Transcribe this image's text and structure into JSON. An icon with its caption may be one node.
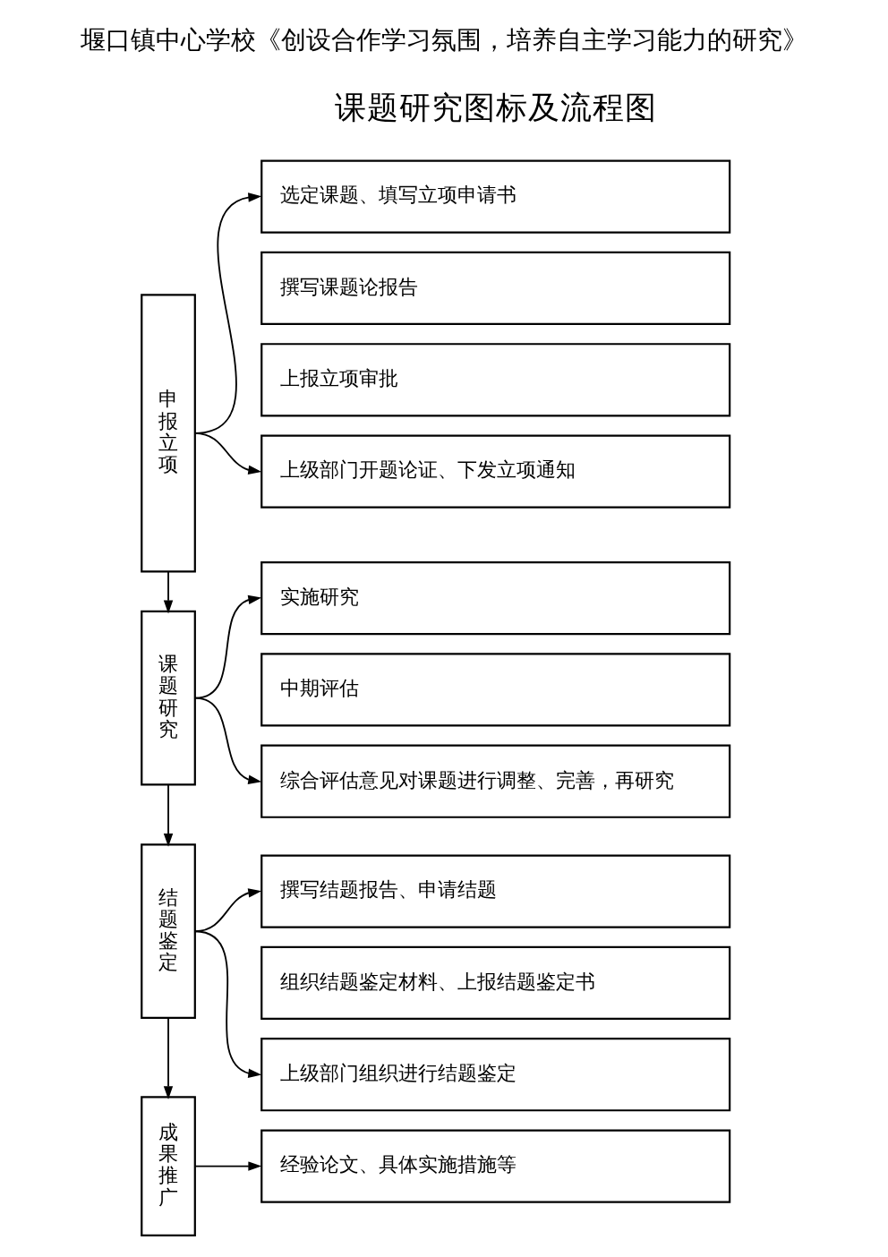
{
  "diagram": {
    "title": "堰口镇中心学校《创设合作学习氛围，培养自主学习能力的研究》",
    "nodes": [
      {
        "text": [
          "申报立项"
        ]
      },
      {
        "text": [
          "选定课题、填写立项申请书"
        ]
      },
      {
        "text": [
          "撰写课题论报告"
        ]
      },
      {
        "text": [
          "上报立项审批"
        ]
      },
      {
        "text": [
          "上级部门开题论证、下发立项通知"
        ]
      },
      {
        "text": [
          "课题研究"
        ]
      },
      {
        "text": [
          "实施研究"
        ]
      },
      {
        "text": [
          "中期评估"
        ]
      },
      {
        "text": [
          "综合评估意见对课题进行调整、完善，再研究"
        ]
      },
      {
        "text": [
          "结题鉴定"
        ]
      },
      {
        "text": [
          "撰写结题报告、申请结题"
        ]
      },
      {
        "text": [
          "组织结题鉴定材料、上报结题鉴定书"
        ]
      },
      {
        "text": [
          "上级部门组织进行结题鉴定"
        ]
      },
      {
        "text": [
          "成果推广"
        ]
      },
      {
        "text": [
          "经验论文、具体实施措施等"
        ]
      }
    ],
    "edges": [
      {
        "from": 0,
        "to": 1,
        "arrow": "to"
      },
      {
        "from": 0,
        "to": 4,
        "arrow": "to"
      },
      {
        "from": 0,
        "to": 5,
        "arrow": "to"
      },
      {
        "from": 5,
        "to": 6,
        "arrow": "to"
      },
      {
        "from": 5,
        "to": 8,
        "arrow": "to"
      },
      {
        "from": 5,
        "to": 9,
        "arrow": "to"
      },
      {
        "from": 9,
        "to": 10,
        "arrow": "to"
      },
      {
        "from": 9,
        "to": 12,
        "arrow": "to"
      },
      {
        "from": 9,
        "to": 13,
        "arrow": "to"
      },
      {
        "from": 13,
        "to": 14,
        "arrow": "to"
      }
    ],
    "labels": [
      "课题研究图标及流程图"
    ]
  }
}
